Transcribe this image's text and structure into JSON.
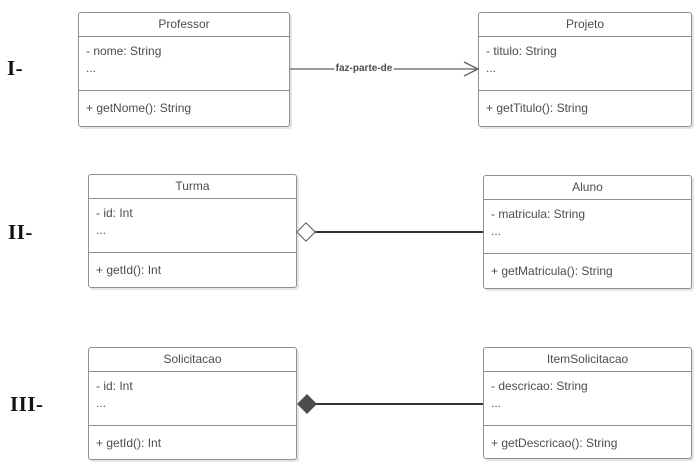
{
  "rows": [
    {
      "numeral": "I-",
      "left": {
        "title": "Professor",
        "attributes": [
          "- nome: String",
          "..."
        ],
        "methods": [
          "+ getNome(): String"
        ]
      },
      "right": {
        "title": "Projeto",
        "attributes": [
          "- titulo: String",
          "..."
        ],
        "methods": [
          "+ getTitulo(): String"
        ]
      },
      "connector": {
        "type": "directed-association",
        "label": "faz-parte-de"
      }
    },
    {
      "numeral": "II-",
      "left": {
        "title": "Turma",
        "attributes": [
          "- id: Int",
          "..."
        ],
        "methods": [
          "+ getId(): Int"
        ]
      },
      "right": {
        "title": "Aluno",
        "attributes": [
          "- matricula: String",
          "..."
        ],
        "methods": [
          "+ getMatricula(): String"
        ]
      },
      "connector": {
        "type": "aggregation",
        "label": ""
      }
    },
    {
      "numeral": "III-",
      "left": {
        "title": "Solicitacao",
        "attributes": [
          "- id: Int",
          "..."
        ],
        "methods": [
          "+ getId(): Int"
        ]
      },
      "right": {
        "title": "ItemSolicitacao",
        "attributes": [
          "- descricao: String",
          "..."
        ],
        "methods": [
          "+ getDescricao(): String"
        ]
      },
      "connector": {
        "type": "composition",
        "label": ""
      }
    }
  ],
  "colors": {
    "background": "#ffffff",
    "box_border": "#8f8f8f",
    "box_fill": "#ffffff",
    "text": "#4d4d4d",
    "numeral_text": "#111111",
    "association_line": "#616161",
    "solid_line": "#333333",
    "composition_diamond_fill": "#4d4d4d"
  }
}
